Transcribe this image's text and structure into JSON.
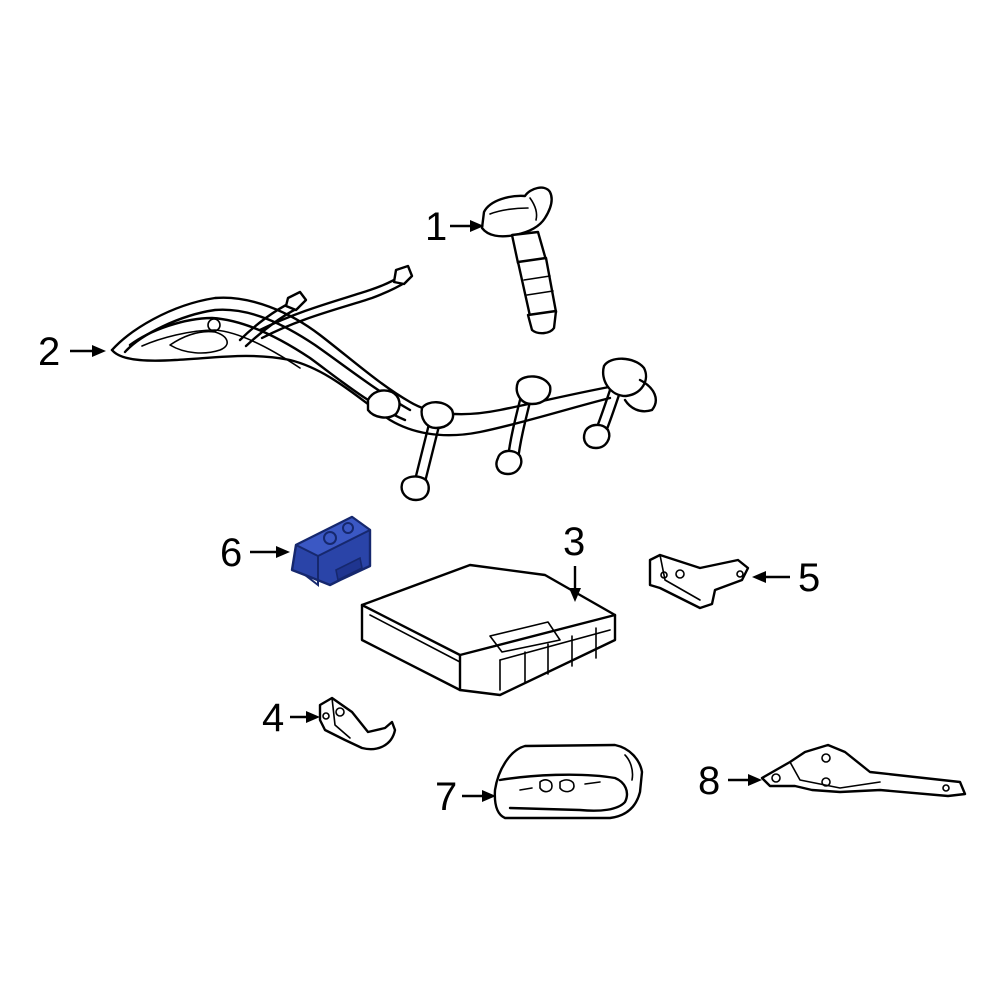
{
  "colors": {
    "background": "#ffffff",
    "line": "#000000",
    "highlight": "#2a44a8",
    "highlight_dark": "#16286e"
  },
  "callouts": {
    "c1": "1",
    "c2": "2",
    "c3": "3",
    "c4": "4",
    "c5": "5",
    "c6": "6",
    "c7": "7",
    "c8": "8"
  },
  "parts": {
    "p1": "ignition-coil",
    "p2": "spark-plug-wire-set",
    "p3": "engine-control-module",
    "p4": "mounting-bracket",
    "p5": "mounting-bracket",
    "p6": "ecm-bracket-highlighted",
    "p7": "control-module",
    "p8": "support-bracket"
  }
}
